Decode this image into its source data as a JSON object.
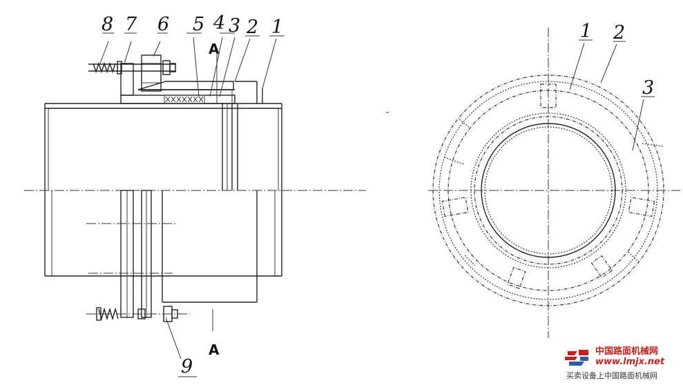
{
  "side_view": {
    "part_labels": [
      "8",
      "7",
      "6",
      "5",
      "4",
      "3",
      "2",
      "1",
      "9"
    ],
    "section_mark_top": "A",
    "section_mark_bottom": "A"
  },
  "front_view": {
    "part_labels": [
      "1",
      "2",
      "3"
    ]
  },
  "watermark": {
    "brand": "中国路面机械网",
    "url": "www.lmjx.net",
    "tagline": "买卖设备上中国路面机械网",
    "logo_color": "#c7201c"
  }
}
